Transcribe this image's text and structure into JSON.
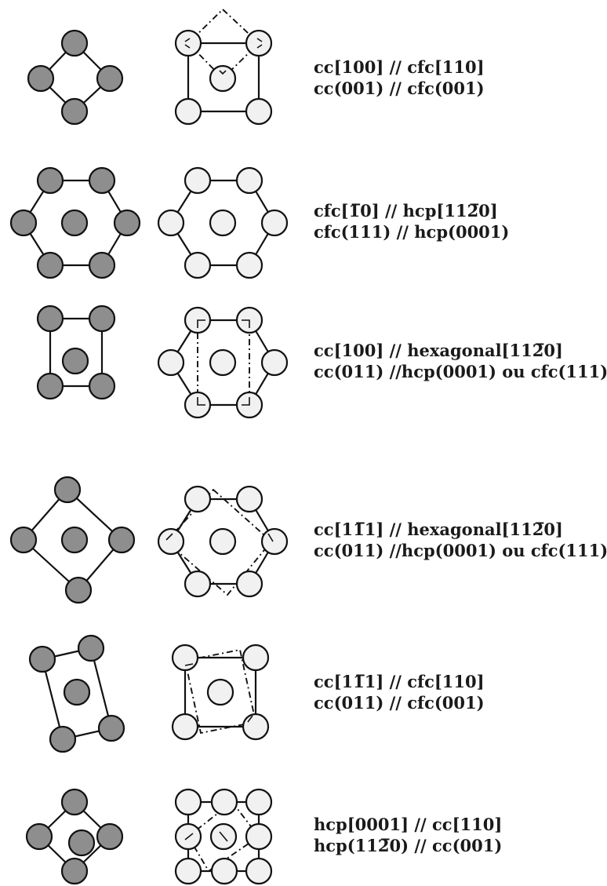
{
  "relations": [
    {
      "line1": "cc[100] // cfc[110]",
      "line2": "cc(001) // cfc(001)"
    },
    {
      "line1": "cfc[1̅0] // hcp[112̅0]",
      "line2": "cfc(111) // hcp(0001)"
    },
    {
      "line1": "cc[100] // hexagonal[112̅0]",
      "line2": "cc(011) //hcp(0001) ou cfc(111)"
    },
    {
      "line1": "cc[11̅1] // hexagonal[112̅0]",
      "line2": "cc(011) //hcp(0001) ou cfc(111)"
    },
    {
      "line1": "cc[11̅1] // cfc[110]",
      "line2": "cc(011) // cfc(001)"
    },
    {
      "line1": "hcp[0001] // cc[110]",
      "line2": "hcp(112̅0) // cc(001)"
    }
  ],
  "colors": {
    "dark_atom": "#8e8e8e",
    "light_atom": "#f1f1f1",
    "outline": "#111111"
  }
}
